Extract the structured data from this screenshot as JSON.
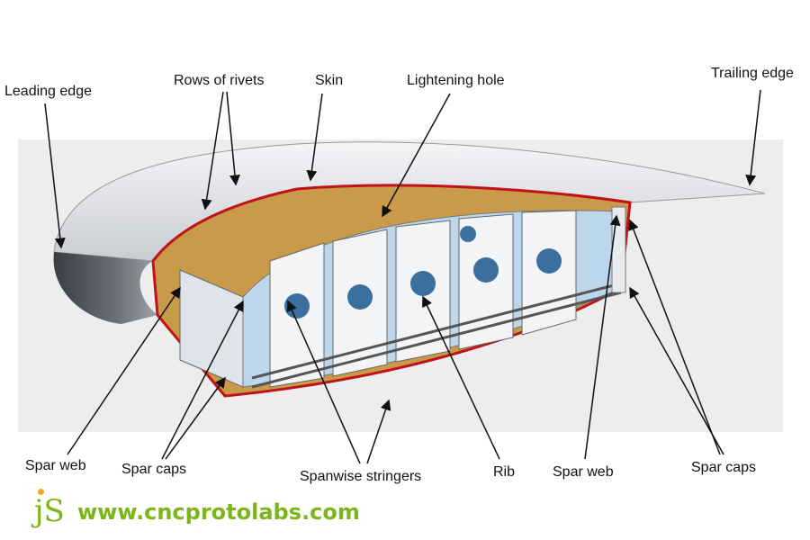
{
  "labels": {
    "leading_edge": "Leading edge",
    "rows_of_rivets": "Rows of rivets",
    "skin": "Skin",
    "lightening_hole": "Lightening hole",
    "trailing_edge": "Trailing edge",
    "spar_web_left": "Spar web",
    "spar_caps_left": "Spar caps",
    "spanwise_stringers": "Spanwise stringers",
    "rib": "Rib",
    "spar_web_right": "Spar web",
    "spar_caps_right": "Spar caps"
  },
  "branding": {
    "logo": "jS",
    "url": "www.cncprotolabs.com"
  },
  "colors": {
    "brand": "#7cb518",
    "section_edge": "#c0121b",
    "skin": "#e4e6ea"
  }
}
